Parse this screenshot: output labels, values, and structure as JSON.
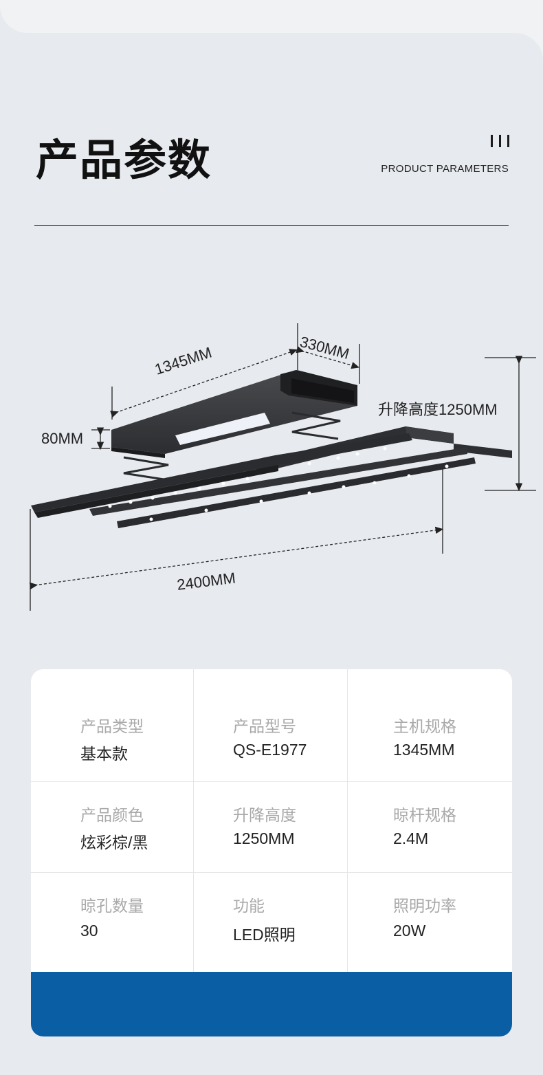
{
  "header": {
    "title": "产品参数",
    "subtitle": "PRODUCT PARAMETERS"
  },
  "diagram": {
    "dims": {
      "length_host": "1345MM",
      "width_host": "330MM",
      "thickness": "80MM",
      "lift_height": "升降高度1250MM",
      "total_length": "2400MM"
    },
    "colors": {
      "body": "#3a3b3d",
      "body_dark": "#232426",
      "light_panel": "#eef2f8"
    }
  },
  "specs": {
    "rows": [
      [
        {
          "label": "产品类型",
          "value": "基本款"
        },
        {
          "label": "产品型号",
          "value": "QS-E1977"
        },
        {
          "label": "主机规格",
          "value": "1345MM"
        }
      ],
      [
        {
          "label": "产品颜色",
          "value": "炫彩棕/黑"
        },
        {
          "label": "升降高度",
          "value": "1250MM"
        },
        {
          "label": "晾杆规格",
          "value": "2.4M"
        }
      ],
      [
        {
          "label": "晾孔数量",
          "value": "30"
        },
        {
          "label": "功能",
          "value": "LED照明"
        },
        {
          "label": "照明功率",
          "value": "20W"
        }
      ]
    ]
  },
  "colors": {
    "background": "#e7eaef",
    "card": "#ffffff",
    "band": "#0a5fa4",
    "label_gray": "#a9a9a9"
  }
}
